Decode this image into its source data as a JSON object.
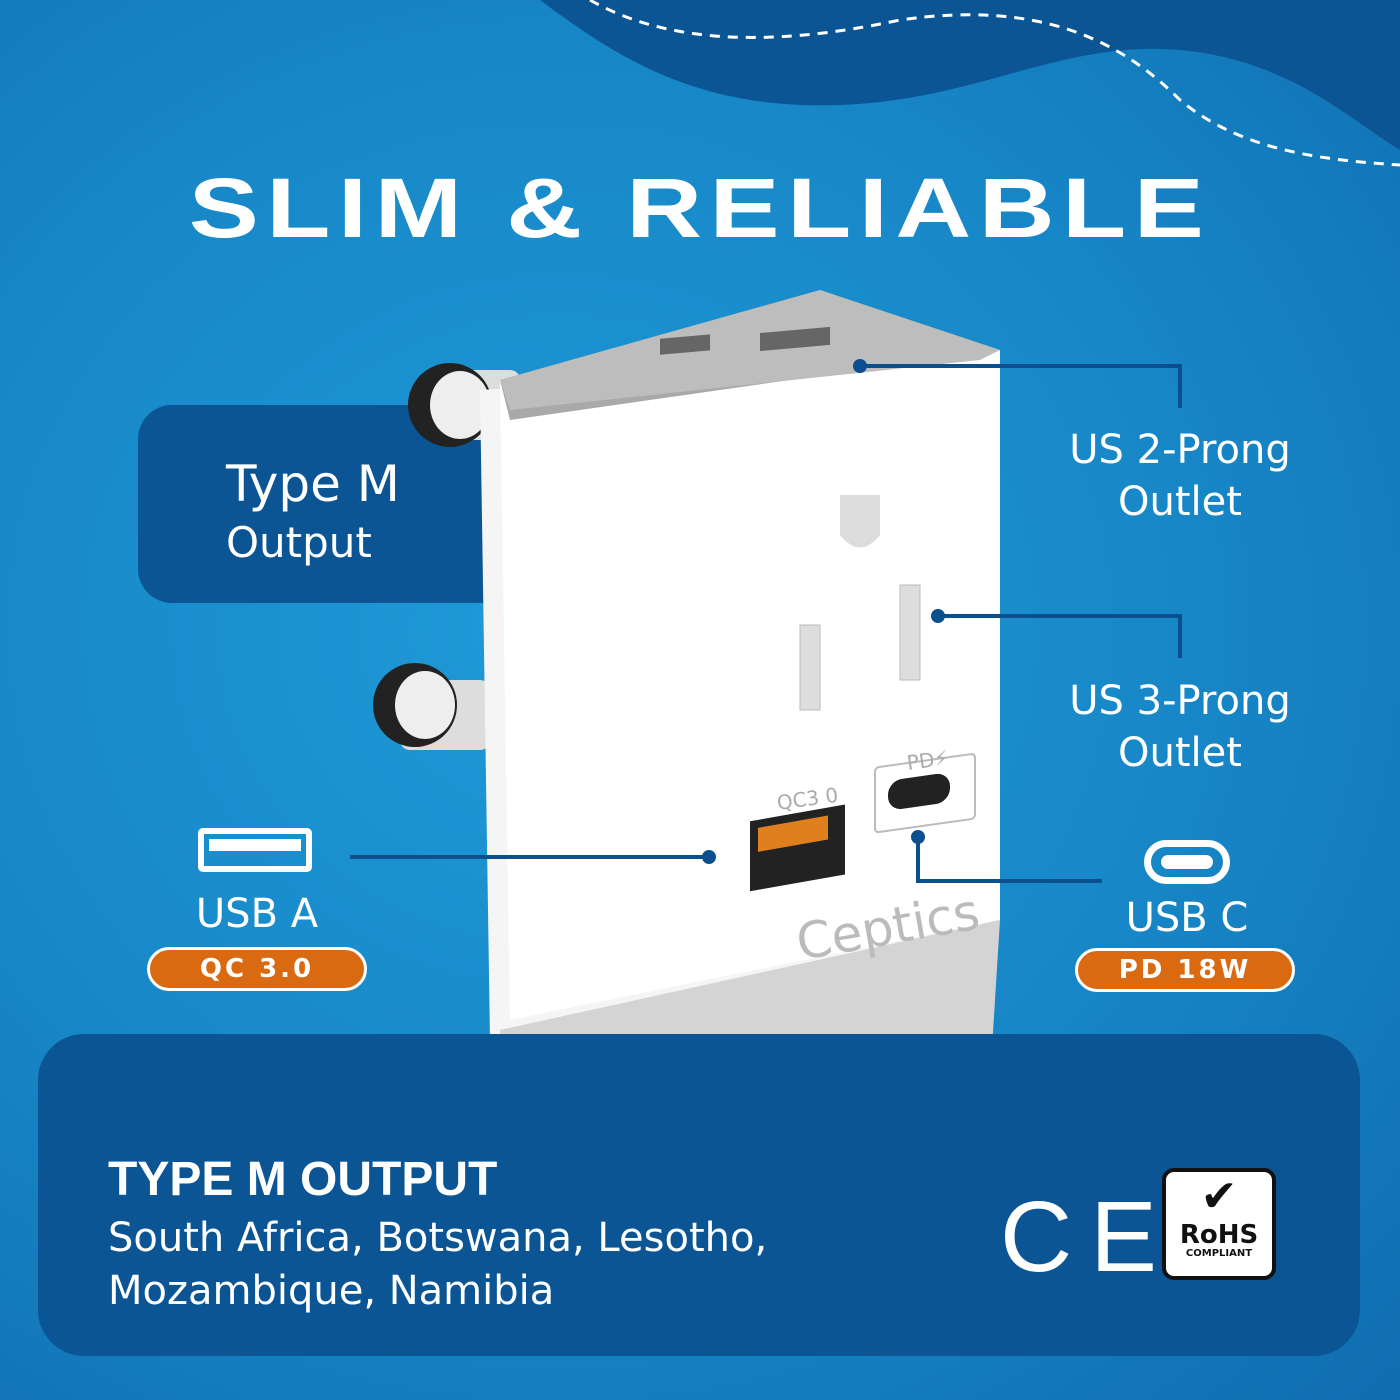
{
  "headline": "SLIM & RELIABLE",
  "left_callout": {
    "line1": "Type M",
    "line2": "Output"
  },
  "callouts": {
    "us2": {
      "line1": "US 2-Prong",
      "line2": "Outlet"
    },
    "us3": {
      "line1": "US 3-Prong",
      "line2": "Outlet"
    },
    "usba": {
      "label": "USB A",
      "badge": "QC 3.0"
    },
    "usbc": {
      "label": "USB C",
      "badge": "PD 18W"
    }
  },
  "product": {
    "brand": "Ceptics",
    "qc_label": "QC3 0",
    "pd_label": "PD⚡"
  },
  "bottom": {
    "heading": "TYPE M OUTPUT",
    "countries": "South Africa, Botswana, Lesotho, Mozambique, Namibia"
  },
  "certs": {
    "ce": "CE",
    "rohs": "RoHS",
    "rohs_sub": "COMPLIANT"
  },
  "colors": {
    "accent": "#d96a12",
    "panel": "#0b5594",
    "background": "#1786c6"
  }
}
